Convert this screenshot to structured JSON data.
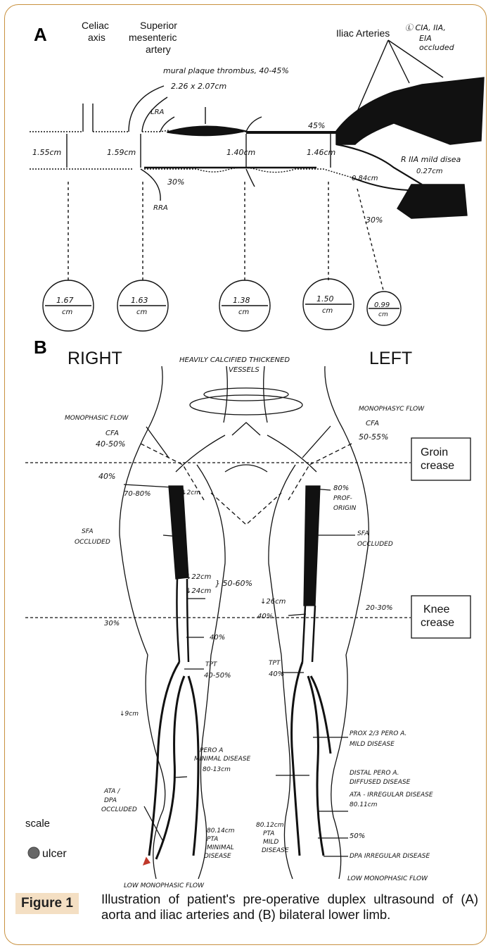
{
  "panel_a": {
    "label": "A",
    "celiac": [
      "Celiac",
      "axis"
    ],
    "sma": [
      "Superior",
      "mesenteric",
      "artery"
    ],
    "iliac_arteries": "Iliac Arteries",
    "left_note": [
      "Ⓛ CIA, IIA,",
      "EIA",
      "occluded"
    ],
    "mural": [
      "mural plaque thrombus, 40-45%",
      "2.26 x 2.07cm"
    ],
    "lra": "LRA",
    "rra": "RRA",
    "pct_45": "45%",
    "pct_30a": "30%",
    "pct_30b": "30%",
    "riia": "R IIA mild disea",
    "riia_size": "0.27cm",
    "iliac_size": "0.84cm",
    "diameters": [
      "1.55cm",
      "1.59cm",
      "1.40cm",
      "1.46cm"
    ],
    "circles": [
      "1.67",
      "1.63",
      "1.38",
      "1.50",
      "0.99"
    ],
    "circle_unit": "cm"
  },
  "panel_b": {
    "label": "B",
    "right": "RIGHT",
    "left": "LEFT",
    "heavily": "HEAVILY CALCIFIED THICKENED",
    "vessels": "VESSELS",
    "mono_right": "MONOPHASIC FLOW",
    "mono_left": "MONOPHASYC FLOW",
    "cfa_right": [
      "CFA",
      "40-50%"
    ],
    "cfa_left": [
      "CFA",
      "50-55%"
    ],
    "groin_crease": [
      "Groin",
      "crease"
    ],
    "knee_crease": [
      "Knee",
      "crease"
    ],
    "r40": "40%",
    "r7080": "70-80%",
    "r2cm": "↓2cm",
    "prof": [
      "80%",
      "PROF-",
      "ORIGIN"
    ],
    "sfa_r": [
      "SFA",
      "OCCLUDED"
    ],
    "sfa_l": [
      "SFA",
      "OCCLUDED"
    ],
    "r22": "↓22cm",
    "r24": "↓24cm",
    "r5060": "} 50-60%",
    "l26": "↓26cm",
    "l40a": "40%",
    "l2030": "20-30%",
    "r30": "30%",
    "r40b": "40%",
    "tpt_r": [
      "TPT",
      "40-50%"
    ],
    "tpt_l": [
      "TPT",
      "40%"
    ],
    "r9cm": "↓9cm",
    "prox": [
      "PROX 2/3 PERO A.",
      "MILD DISEASE"
    ],
    "pero_r": [
      "PERO A",
      "MINIMAL DISEASE",
      "80-13cm"
    ],
    "distal": [
      "DISTAL PERO A.",
      "DIFFUSED DISEASE"
    ],
    "ata_r": [
      "ATA /",
      "DPA",
      "OCCLUDED"
    ],
    "ata_l": [
      "ATA - IRREGULAR DISEASE",
      "80.11cm"
    ],
    "pta_r": [
      "80.14cm",
      "PTA",
      "MINIMAL",
      "DISEASE"
    ],
    "pta_l": [
      "80.12cm",
      "PTA",
      "MILD",
      "DISEASE"
    ],
    "l50": "50%",
    "dpa_l": "DPA IRREGULAR DISEASE",
    "low_r": "LOW MONOPHASIC FLOW",
    "low_l": "LOW MONOPHASIC FLOW",
    "scale": "scale",
    "ulcer": "ulcer"
  },
  "caption": {
    "label": "Figure 1",
    "text": "Illustration of patient's pre-operative duplex ultrasound of (A) aorta and iliac arteries and (B) bilateral lower limb."
  }
}
